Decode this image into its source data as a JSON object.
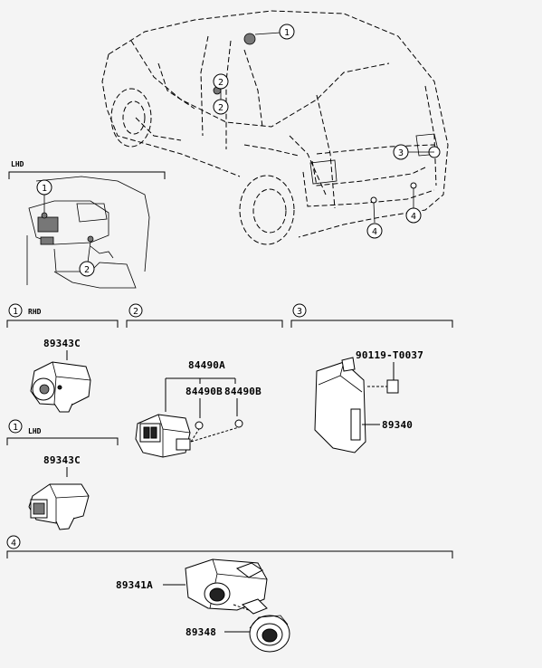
{
  "sections": {
    "lhd_inset": {
      "label": "LHD"
    },
    "s1_rhd": {
      "number": "1",
      "variant": "RHD",
      "part": "89343C"
    },
    "s1_lhd": {
      "number": "1",
      "variant": "LHD",
      "part": "89343C"
    },
    "s2": {
      "number": "2",
      "parts": [
        "84490A",
        "84490B",
        "84490B"
      ]
    },
    "s3": {
      "number": "3",
      "parts": [
        "90119-T0037",
        "89340"
      ]
    },
    "s4": {
      "number": "4",
      "parts": [
        "89341A",
        "89348"
      ]
    }
  },
  "callouts": {
    "vehicle": [
      "1",
      "2",
      "2",
      "3",
      "4",
      "4"
    ],
    "inset": [
      "1",
      "2"
    ]
  }
}
